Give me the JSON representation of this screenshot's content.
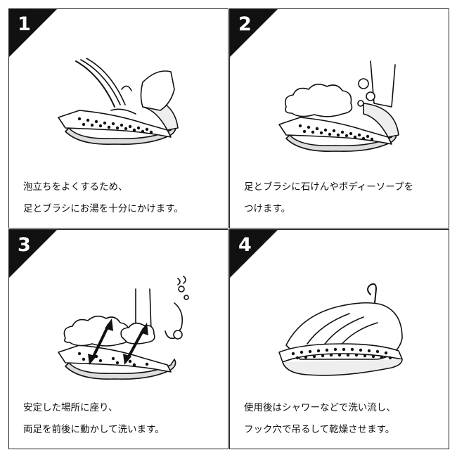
{
  "steps": [
    {
      "number": "1",
      "lines": [
        "泡立ちをよくするため、",
        "足とブラシにお湯を十分にかけます。"
      ]
    },
    {
      "number": "2",
      "lines": [
        "足とブラシに石けんやボディーソープを",
        "つけます。"
      ]
    },
    {
      "number": "3",
      "lines": [
        "安定した場所に座り、",
        "両足を前後に動かして洗います。"
      ]
    },
    {
      "number": "4",
      "lines": [
        "使用後はシャワーなどで洗い流し、",
        "フック穴で吊るして乾燥させます。"
      ]
    }
  ]
}
